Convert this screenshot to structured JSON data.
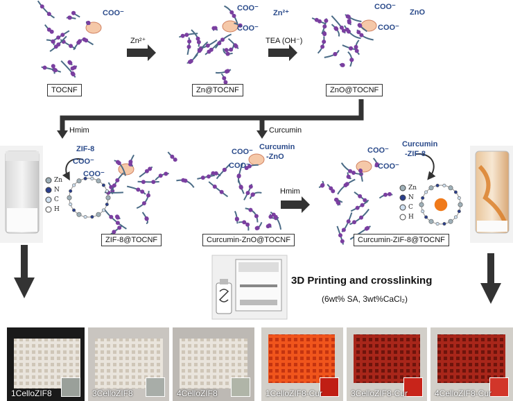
{
  "top_row": {
    "boxes": [
      "TOCNF",
      "Zn@TOCNF",
      "ZnO@TOCNF"
    ],
    "charges": [
      "COO⁻",
      "COO⁻",
      "COO⁻",
      "COO⁻",
      "COO⁻"
    ],
    "species": [
      "Zn²⁺",
      "ZnO"
    ],
    "arrow1_label": "Zn²⁺",
    "arrow2_label": "TEA (OH⁻)"
  },
  "split": {
    "hmim_label": "Hmim",
    "curcumin_label": "Curcumin",
    "hmim2_label": "Hmim"
  },
  "middle_row": {
    "boxes": [
      "ZIF-8@TOCNF",
      "Curcumin-ZnO@TOCNF",
      "Curcumin-ZIF-8@TOCNF"
    ],
    "zif8_label": "ZIF-8",
    "curcumin_zno_label": [
      "Curcumin",
      "-ZnO"
    ],
    "curcumin_zif8_label": [
      "Curcumin",
      "-ZIF-8"
    ],
    "coo": "COO⁻",
    "legend": [
      "Zn",
      "N",
      "C",
      "H"
    ]
  },
  "printing": {
    "title": "3D Printing and crosslinking",
    "subtitle": "(6wt% SA, 3wt%CaCl₂)"
  },
  "samples": [
    "1CelloZIF8",
    "3CelloZIF8",
    "4CelloZIF8",
    "1CelloZIF8-Cur",
    "3CelloZIF8-Cur",
    "4CelloZIF8-Cur"
  ],
  "colors": {
    "fiber": "#4a6b86",
    "node": "#7a3fa0",
    "highlight": "#f5c8a8",
    "arrow": "#333333",
    "label_blue": "#2a4a8a",
    "orange": "#f07a1a"
  }
}
